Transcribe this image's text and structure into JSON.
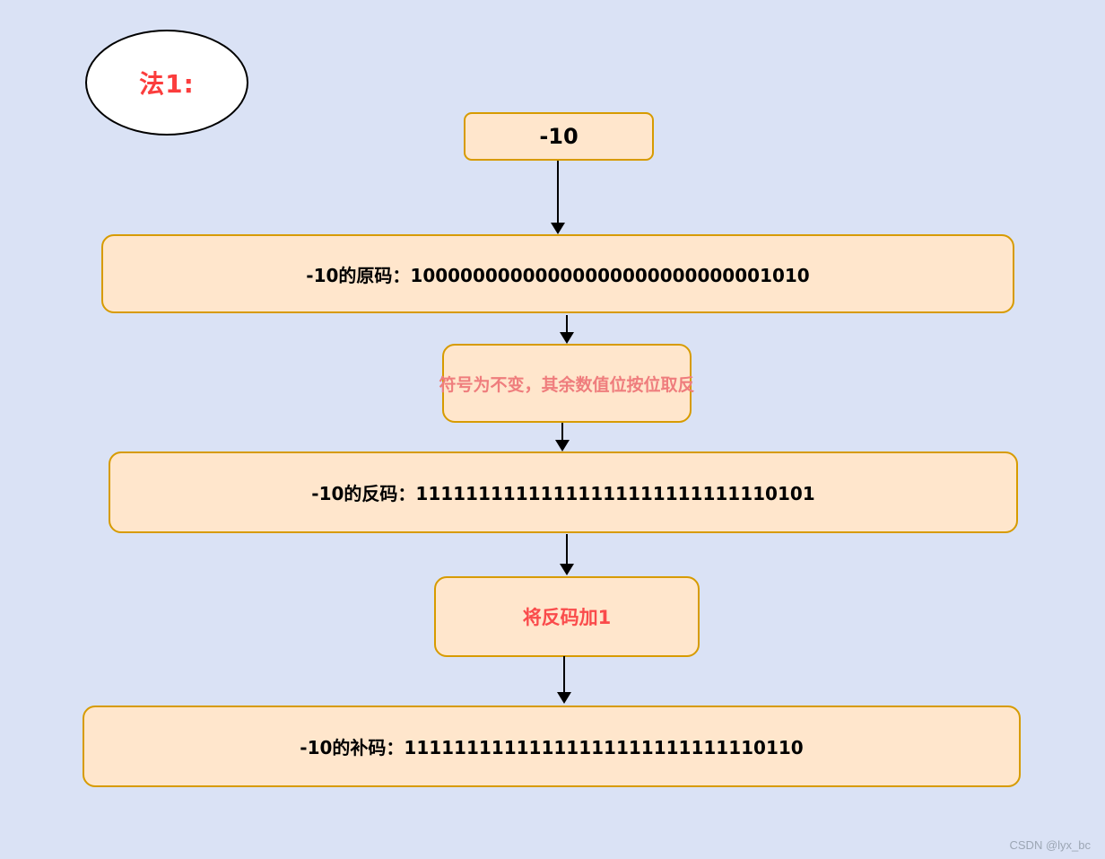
{
  "canvas": {
    "background": "#dae2f5",
    "watermark": "CSDN @lyx_bc"
  },
  "colors": {
    "node_fill": "#ffe6cc",
    "node_border": "#d79b00",
    "ellipse_fill": "#ffffff",
    "ellipse_border": "#000000",
    "method_label_text": "#fb3d3d",
    "invert_rule_text": "#ef7d7d",
    "add_one_rule_text": "#fa4b4b",
    "value_text": "#000000",
    "arrow": "#000000",
    "watermark_text": "#9ca6b4"
  },
  "flowchart": {
    "method_label": "法1:",
    "nodes": {
      "start": "-10",
      "original": "-10的原码：10000000000000000000000000001010",
      "invert_rule": "符号为不变，其余数值位按位取反",
      "ones_complement": "-10的反码：11111111111111111111111111110101",
      "add_one_rule": "将反码加1",
      "twos_complement": "-10的补码：11111111111111111111111111110110"
    }
  }
}
